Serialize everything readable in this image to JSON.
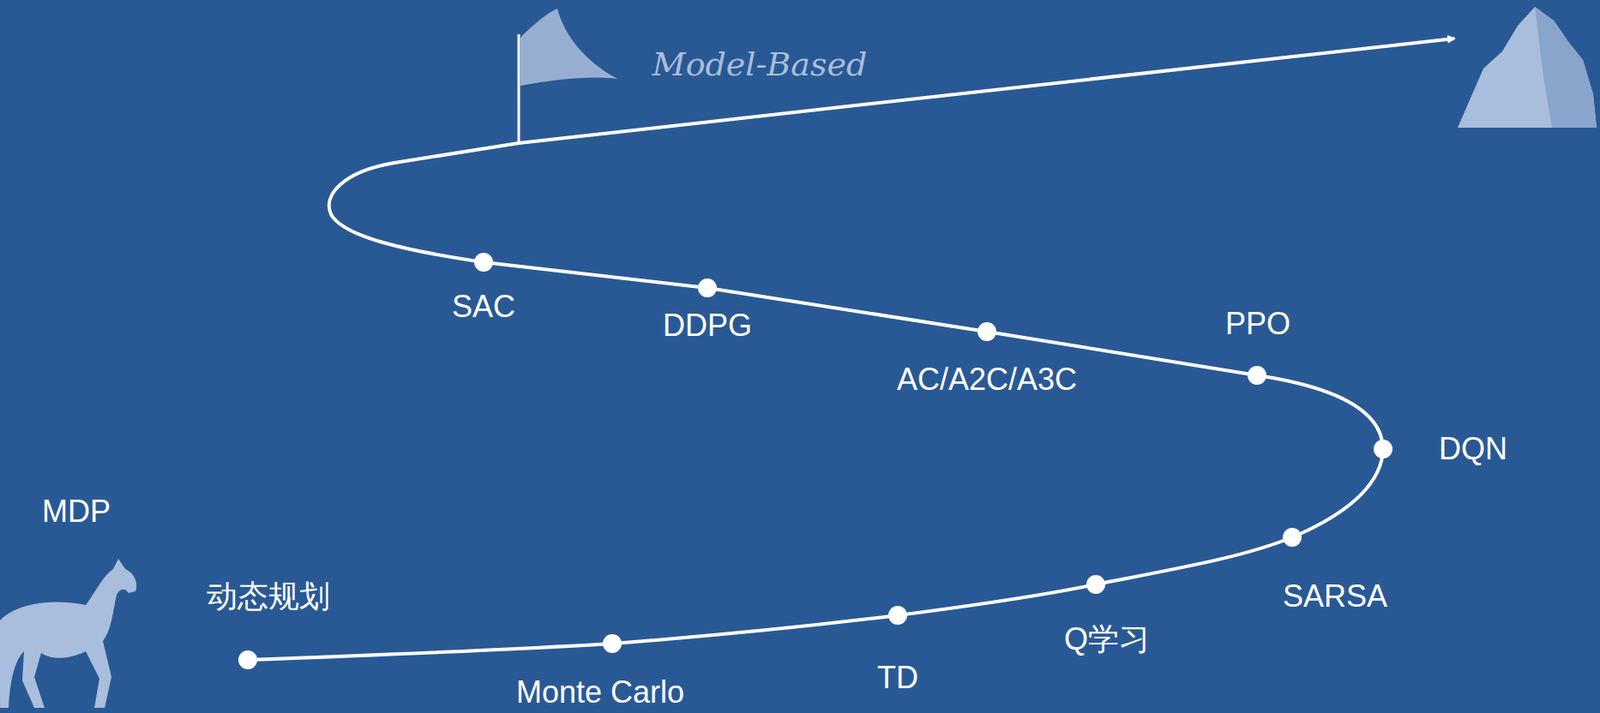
{
  "diagram": {
    "labels": [
      "MDP",
      "动态规划",
      "Monte Carlo",
      "TD",
      "Q学习",
      "SARSA",
      "DQN",
      "PPO",
      "AC/A2C/A3C",
      "DDPG",
      "SAC",
      "Model-Based"
    ]
  }
}
